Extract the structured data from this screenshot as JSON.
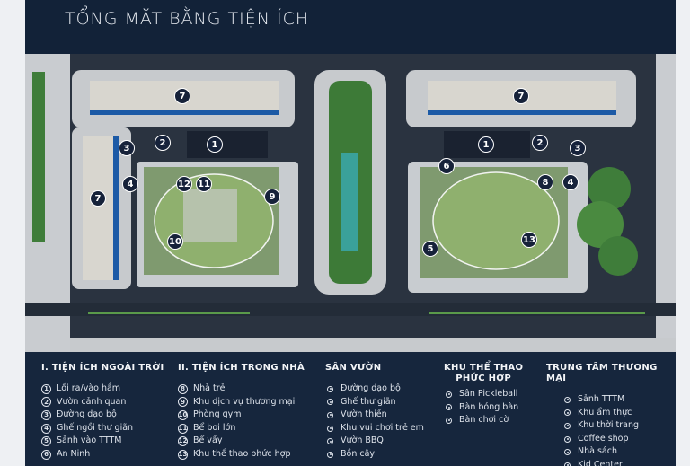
{
  "title": "TỔNG MẶT BẰNG TIỆN ÍCH",
  "map": {
    "markers": [
      "7",
      "2",
      "1",
      "3",
      "4",
      "12",
      "11",
      "9",
      "10",
      "7",
      "7",
      "1",
      "2",
      "3",
      "6",
      "8",
      "4",
      "5",
      "13"
    ]
  },
  "legend": {
    "outdoor": {
      "heading": "I. TIỆN ÍCH NGOÀI TRỜI",
      "items": [
        {
          "num": "1",
          "label": "Lối ra/vào hầm"
        },
        {
          "num": "2",
          "label": "Vườn cảnh quan"
        },
        {
          "num": "3",
          "label": "Đường dạo bộ"
        },
        {
          "num": "4",
          "label": "Ghế ngồi thư giãn"
        },
        {
          "num": "5",
          "label": "Sảnh vào TTTM"
        },
        {
          "num": "6",
          "label": "An Ninh"
        }
      ]
    },
    "indoor": {
      "heading": "II. TIỆN ÍCH TRONG NHÀ",
      "items": [
        {
          "num": "8",
          "label": "Nhà trẻ"
        },
        {
          "num": "9",
          "label": "Khu dịch vụ thương mại"
        },
        {
          "num": "10",
          "label": "Phòng gym"
        },
        {
          "num": "11",
          "label": "Bể bơi lớn"
        },
        {
          "num": "12",
          "label": "Bể vầy"
        },
        {
          "num": "13",
          "label": "Khu thể thao phức hợp"
        }
      ]
    },
    "garden": {
      "heading": "SÂN VƯỜN",
      "items": [
        "Đường dạo bộ",
        "Ghế thư giãn",
        "Vườn thiền",
        "Khu vui chơi trẻ em",
        "Vườn BBQ",
        "Bồn cây"
      ]
    },
    "sports": {
      "heading_1": "KHU THỂ THAO",
      "heading_2": "PHỨC HỢP",
      "items": [
        "Sân Pickleball",
        "Bàn bóng bàn",
        "Bàn chơi cờ"
      ]
    },
    "mall": {
      "heading": "TRUNG TÂM THƯƠNG MẠI",
      "items": [
        "Sảnh TTTM",
        "Khu ẩm thực",
        "Khu thời trang",
        "Coffee shop",
        "Nhà sách",
        "Kid Center"
      ]
    }
  }
}
